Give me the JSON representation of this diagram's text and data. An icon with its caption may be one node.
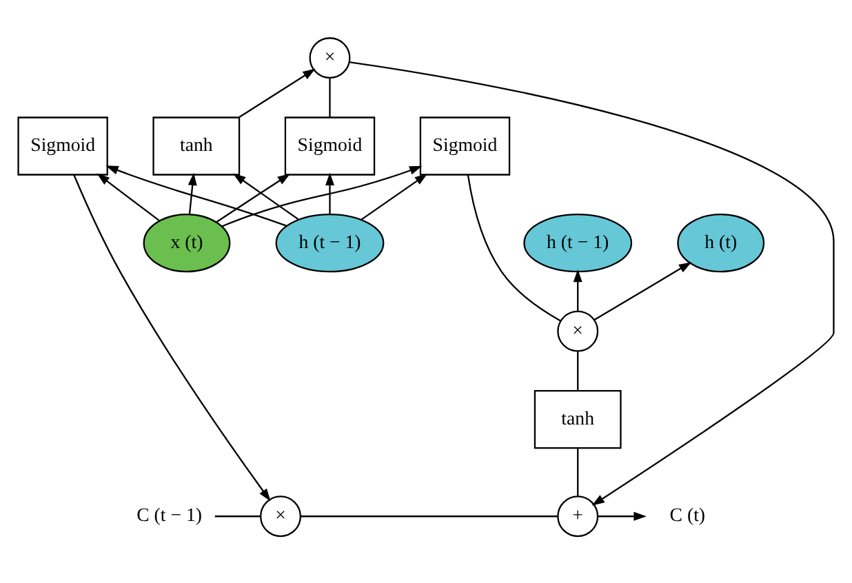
{
  "diagram": {
    "nodes": [
      {
        "text": [
          "C (t − 1)"
        ]
      },
      {
        "text": [
          "×"
        ]
      },
      {
        "text": [
          "+"
        ]
      },
      {
        "text": [
          "C (t)"
        ]
      },
      {
        "text": [
          "h (t)"
        ]
      },
      {
        "text": [
          "tanh"
        ]
      },
      {
        "text": [
          "×"
        ]
      },
      {
        "text": [
          "×"
        ]
      },
      {
        "text": [
          "Sigmoid"
        ]
      },
      {
        "text": [
          "Sigmoid"
        ]
      },
      {
        "text": [
          "tanh"
        ]
      },
      {
        "text": [
          "Sigmoid"
        ]
      },
      {
        "text": [
          "h (t − 1)"
        ]
      },
      {
        "text": [
          "h (t − 1)"
        ]
      },
      {
        "text": [
          "x (t)"
        ]
      }
    ],
    "edges": [
      {
        "from": 0,
        "to": 1,
        "arrow": "none"
      },
      {
        "from": 1,
        "to": 2,
        "arrow": "none"
      },
      {
        "from": 2,
        "to": 3,
        "arrow": "to"
      },
      {
        "from": 8,
        "to": 1,
        "arrow": "to"
      },
      {
        "from": 9,
        "to": 6,
        "arrow": "none"
      },
      {
        "from": 10,
        "to": 6,
        "arrow": "to"
      },
      {
        "from": 6,
        "to": 2,
        "arrow": "to"
      },
      {
        "from": 2,
        "to": 5,
        "arrow": "none"
      },
      {
        "from": 5,
        "to": 7,
        "arrow": "none"
      },
      {
        "from": 11,
        "to": 7,
        "arrow": "none"
      },
      {
        "from": 7,
        "to": 4,
        "arrow": "to"
      },
      {
        "from": 7,
        "to": 13,
        "arrow": "to"
      },
      {
        "from": 12,
        "to": 8,
        "arrow": "to"
      },
      {
        "from": 12,
        "to": 9,
        "arrow": "to"
      },
      {
        "from": 12,
        "to": 10,
        "arrow": "to"
      },
      {
        "from": 12,
        "to": 11,
        "arrow": "to"
      },
      {
        "from": 14,
        "to": 8,
        "arrow": "to"
      },
      {
        "from": 14,
        "to": 9,
        "arrow": "to"
      },
      {
        "from": 14,
        "to": 10,
        "arrow": "to"
      },
      {
        "from": 14,
        "to": 11,
        "arrow": "to"
      }
    ]
  }
}
